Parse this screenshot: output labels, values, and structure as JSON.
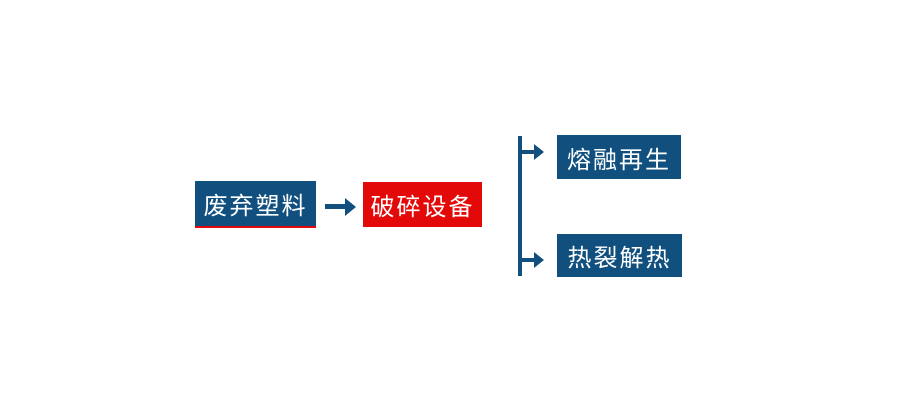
{
  "diagram": {
    "title": "waste-plastic-recycling-flow",
    "nodes": {
      "source": {
        "label": "废弃塑料"
      },
      "process": {
        "label": "破碎设备"
      },
      "output_top": {
        "label": "熔融再生"
      },
      "output_bottom": {
        "label": "热裂解热"
      }
    },
    "edges": [
      {
        "from": "source",
        "to": "process"
      },
      {
        "from": "process",
        "to": "output_top"
      },
      {
        "from": "process",
        "to": "output_bottom"
      }
    ],
    "colors": {
      "node_blue": "#11507e",
      "node_red": "#e40909",
      "source_underline_red": "#e40909",
      "arrow_blue": "#11507e",
      "text": "#ffffff",
      "background": "#ffffff"
    }
  }
}
